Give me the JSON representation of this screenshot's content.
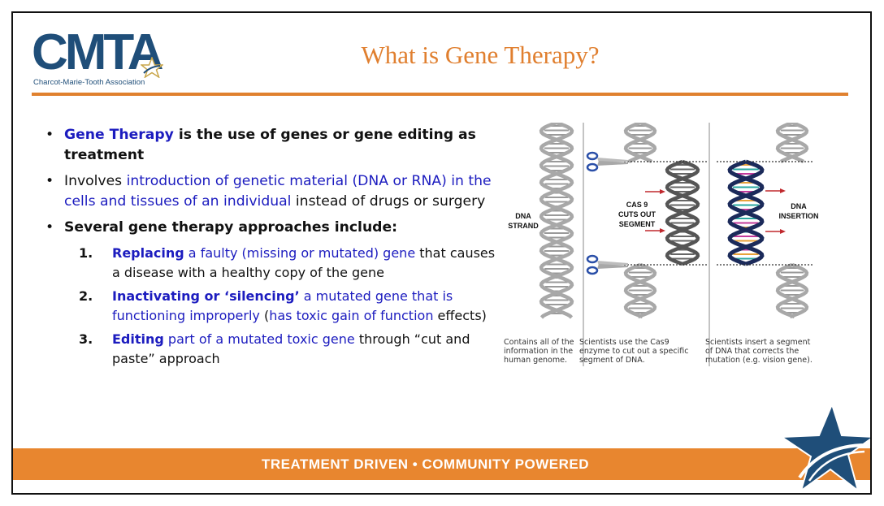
{
  "logo": {
    "acronym": "CMTA",
    "organization": "Charcot-Marie-Tooth Association"
  },
  "slide": {
    "title": "What is Gene Therapy?"
  },
  "bullets": [
    {
      "parts": [
        {
          "text": "Gene Therapy",
          "style": "bold-blue"
        },
        {
          "text": " is the use of genes or gene editing  as treatment",
          "style": "bold"
        }
      ]
    },
    {
      "parts": [
        {
          "text": "Involves ",
          "style": "normal"
        },
        {
          "text": "introduction of genetic material (DNA or RNA) in the cells and tissues of an individual",
          "style": "blue"
        },
        {
          "text": " instead of drugs or surgery",
          "style": "normal"
        }
      ]
    },
    {
      "parts": [
        {
          "text": "Several gene therapy approaches include:",
          "style": "bold"
        }
      ]
    }
  ],
  "approaches": [
    {
      "number": "1.",
      "parts": [
        {
          "text": "Replacing",
          "style": "bold-blue"
        },
        {
          "text": " a faulty (missing or mutated) gene",
          "style": "blue"
        },
        {
          "text": " that causes a disease with a healthy copy of the gene",
          "style": "normal"
        }
      ]
    },
    {
      "number": "2.",
      "parts": [
        {
          "text": "Inactivating or ‘silencing’",
          "style": "bold-blue"
        },
        {
          "text": " a mutated gene that is functioning improperly",
          "style": "blue"
        },
        {
          "text": " (",
          "style": "normal"
        },
        {
          "text": "has toxic gain of function",
          "style": "blue"
        },
        {
          "text": " effects)",
          "style": "normal"
        }
      ]
    },
    {
      "number": "3.",
      "parts": [
        {
          "text": "Editing",
          "style": "bold-blue"
        },
        {
          "text": " part of a mutated toxic gene",
          "style": "blue"
        },
        {
          "text": " through “cut and paste” approach",
          "style": "normal"
        }
      ]
    }
  ],
  "figure": {
    "panels": [
      {
        "label_lines": [
          "DNA",
          "STRAND"
        ],
        "caption": "Contains all of the information in the human genome."
      },
      {
        "label_lines": [
          "CAS 9",
          "CUTS OUT",
          "SEGMENT"
        ],
        "caption": "Scientists use the Cas9 enzyme to cut out a specific segment of DNA."
      },
      {
        "label_lines": [
          "DNA",
          "INSERTION"
        ],
        "caption": "Scientists insert a segment of DNA that corrects the mutation (e.g. vision gene)."
      }
    ],
    "icons": [
      "dna-helix-icon",
      "scissors-icon",
      "red-arrow-icon"
    ]
  },
  "footer": {
    "tagline": "TREATMENT DRIVEN  •  COMMUNITY POWERED"
  },
  "colors": {
    "brand_blue": "#1f4e79",
    "accent_orange": "#e0812f",
    "text_blue": "#1c1cbf",
    "arrow_red": "#c0282d"
  }
}
